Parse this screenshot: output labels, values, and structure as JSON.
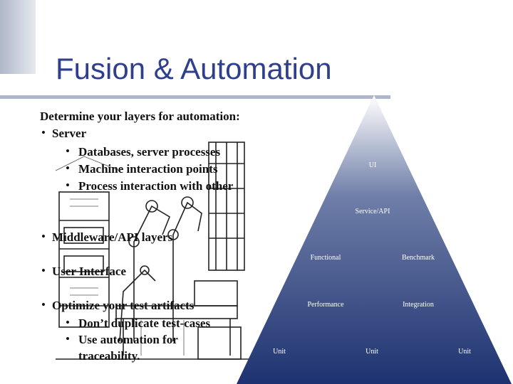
{
  "slide": {
    "title": "Fusion & Automation",
    "intro": "Determine your layers for automation:",
    "bullets": {
      "server": "Server",
      "server_sub1": "Databases, server processes",
      "server_sub2": "Machine interaction points",
      "server_sub3": "Process interaction with other",
      "middleware": "Middleware/API layers",
      "ui": "User Interface",
      "optimize": "Optimize your test artifacts",
      "opt_sub1": "Don’t duplicate test-cases",
      "opt_sub2_line1": "Use automation for",
      "opt_sub2_line2": "traceability."
    },
    "bullet_glyph": "•"
  },
  "pyramid": {
    "levels": [
      {
        "label": "UI"
      },
      {
        "label": "Service/API"
      },
      {
        "label": "Functional"
      },
      {
        "label": "Benchmark"
      },
      {
        "label": "Performance"
      },
      {
        "label": "Integration"
      },
      {
        "label": "Unit"
      },
      {
        "label": "Unit"
      },
      {
        "label": "Unit"
      }
    ],
    "colors": {
      "top": "#ffffff",
      "bottom": "#1d3270",
      "label": "#ffffff"
    }
  },
  "theme": {
    "title_color": "#2f3f8c",
    "accent_bar": "#aeb7c9"
  }
}
